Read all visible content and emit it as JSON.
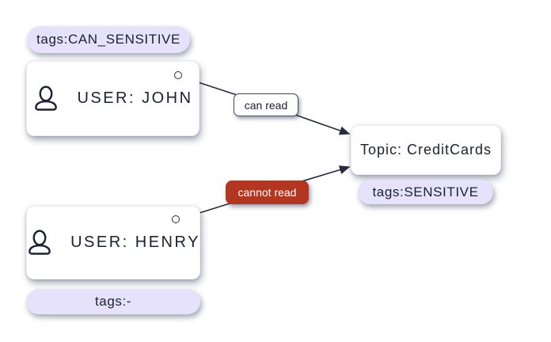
{
  "nodes": {
    "john": {
      "label": "USER: JOHN",
      "tag": "tags:CAN_SENSITIVE",
      "icon": "person-icon"
    },
    "henry": {
      "label": "USER: HENRY",
      "tag": "tags:-",
      "icon": "person-icon"
    },
    "topic": {
      "label": "Topic: CreditCards",
      "tag": "tags:SENSITIVE"
    }
  },
  "edges": [
    {
      "from": "john",
      "to": "topic",
      "label": "can read",
      "type": "allow"
    },
    {
      "from": "henry",
      "to": "topic",
      "label": "cannot read",
      "type": "deny"
    }
  ],
  "colors": {
    "background": "#ffffff",
    "node_bg": "#ffffff",
    "tag_bg": "#e6e2fb",
    "deny_bg": "#b23620",
    "deny_text": "#ffffff",
    "allow_border": "#434960",
    "line": "#262b3d",
    "text": "#1d2030"
  }
}
